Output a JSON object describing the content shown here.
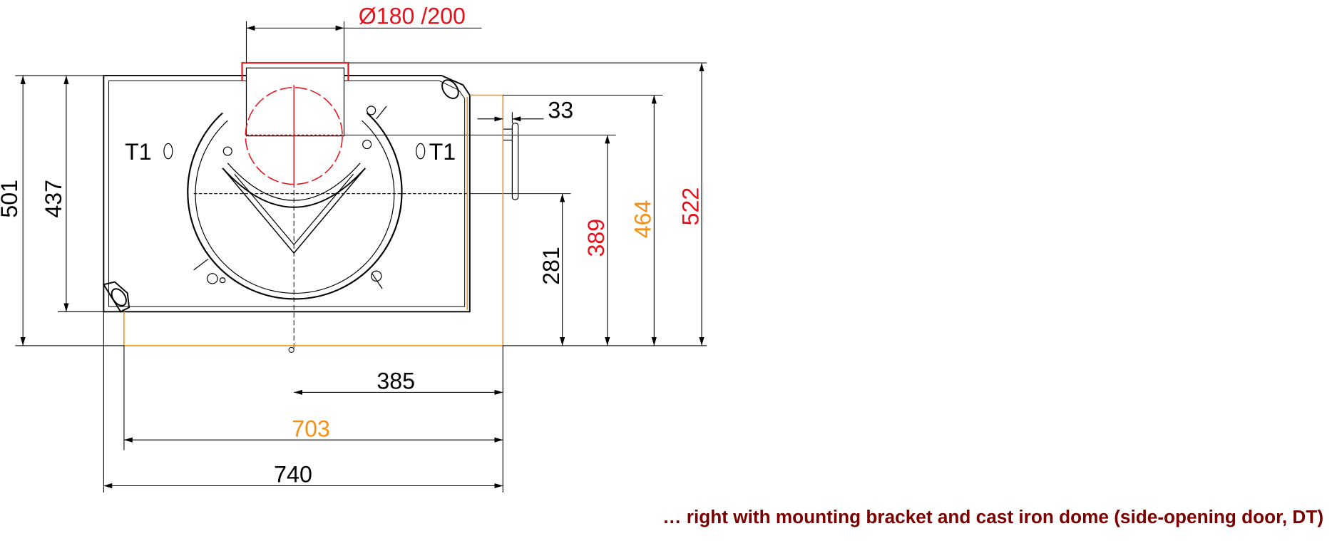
{
  "colors": {
    "black": "#000000",
    "red": "#e8111a",
    "orange": "#f39019",
    "caption": "#7a0000"
  },
  "flue": {
    "label": "Ø180 /200"
  },
  "labels": {
    "t1_left": "T1",
    "t1_right": "T1"
  },
  "dimensions": {
    "d501": "501",
    "d437": "437",
    "d33": "33",
    "d281": "281",
    "d389": "389",
    "d464": "464",
    "d522": "522",
    "d385": "385",
    "d703": "703",
    "d740": "740"
  },
  "caption": "… right with mounting bracket and cast iron dome (side-opening door, DT)"
}
